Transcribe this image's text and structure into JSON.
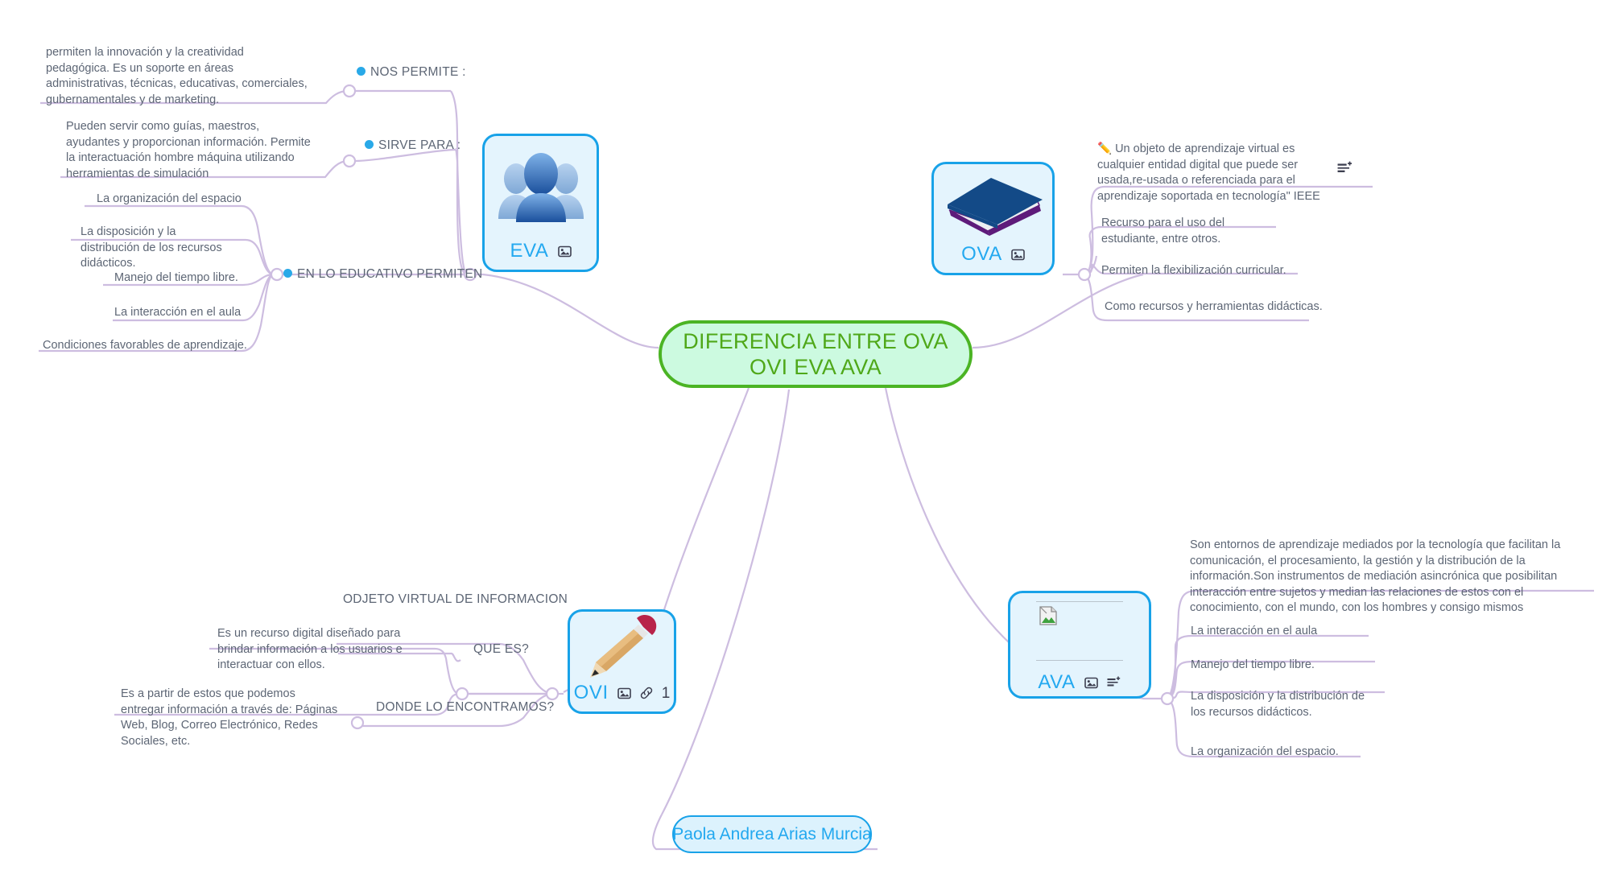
{
  "document": {
    "type": "mind-map",
    "background_color": "#ffffff",
    "branch_line_color": "#cdbde0",
    "node_border_color": "#18a2e8",
    "node_fill_color": "#e4f4fd",
    "central_border_color": "#4bb424",
    "central_fill_color": "#ccfae0",
    "central_text_color": "#4fa819",
    "leaf_text_color": "#5d6675",
    "bullet_color": "#29a9e8"
  },
  "central": {
    "text": "DIFERENCIA ENTRE OVA OVI EVA AVA"
  },
  "author": {
    "name": "Paola Andrea Arias Murcia"
  },
  "topics": {
    "eva": {
      "label": "EVA",
      "icon": "image-icon",
      "art": "people-group-icon"
    },
    "ova": {
      "label": "OVA",
      "icon": "image-icon",
      "art": "book-icon"
    },
    "ovi": {
      "label": "OVI",
      "icon": "image-icon",
      "link_icon": "link-icon",
      "link_count": "1",
      "art": "pencil-icon"
    },
    "ava": {
      "label": "AVA",
      "icon": "image-icon",
      "note_icon": "note-add-icon",
      "art": "broken-image-icon"
    }
  },
  "eva_branch": {
    "headings": [
      {
        "label": "NOS PERMITE :",
        "bullet": true
      },
      {
        "label": "SIRVE PARA :",
        "bullet": true
      },
      {
        "label": "EN LO EDUCATIVO PERMITEN",
        "bullet": true
      }
    ],
    "nos_permite_detail": "permiten la innovación y la creatividad pedagógica. Es un soporte en áreas administrativas, técnicas, educativas, comerciales, gubernamentales y de marketing.",
    "sirve_para_detail": "Pueden servir como guías, maestros, ayudantes y proporcionan información. Permite la interactuación hombre máquina utilizando herramientas de simulación",
    "educativo_items": [
      "La organización del espacio",
      "La disposición y la distribución de los recursos didácticos.",
      "Manejo del tiempo libre.",
      "La interacción en el aula",
      "Condiciones favorables de aprendizaje."
    ]
  },
  "ova_branch": {
    "items": [
      "✏️ Un objeto de aprendizaje virtual es cualquier entidad digital que puede ser usada,re-usada o referenciada para el aprendizaje soportada en tecnología\" IEEE",
      "Recurso para el uso del estudiante, entre otros.",
      "Permiten la flexibilización curricular.",
      "Como recursos y herramientas didácticas."
    ],
    "note_icon": "note-add-icon"
  },
  "ovi_branch": {
    "title": "ODJETO VIRTUAL DE INFORMACION",
    "questions": [
      {
        "label": "QUE ES?",
        "detail": "Es un recurso digital diseñado para brindar información a los usuarios e interactuar con ellos."
      },
      {
        "label": "DONDE LO ENCONTRAMOS?",
        "detail": "Es a partir de estos que podemos entregar información a través de: Páginas Web, Blog, Correo Electrónico, Redes Sociales, etc."
      }
    ]
  },
  "ava_branch": {
    "definition": "Son entornos de aprendizaje mediados por la tecnología que facilitan la comunicación, el procesamiento, la gestión y la distribución de la información.Son instrumentos de mediación asincrónica que posibilitan interacción entre sujetos y median las relaciones de estos con el conocimiento, con el mundo, con los hombres y consigo mismos",
    "items": [
      "La interacción en el aula",
      "Manejo del tiempo libre.",
      "La disposición y la distribución de los recursos didácticos.",
      "La organización del espacio."
    ]
  }
}
